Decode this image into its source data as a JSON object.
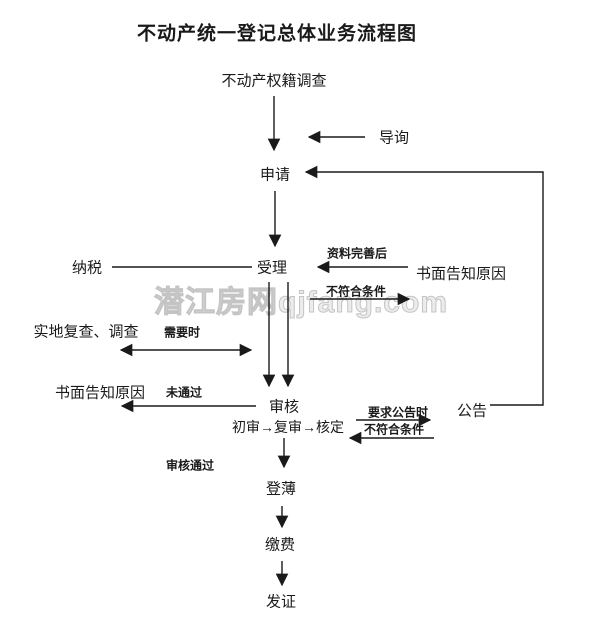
{
  "page": {
    "title": "不动产统一登记总体业务流程图",
    "watermark": "潜江房网qjfang.com"
  },
  "nodes": {
    "survey": "不动产权籍调查",
    "inquiry": "导询",
    "apply": "申请",
    "tax": "纳税",
    "accept": "受理",
    "notify_reason_right": "书面告知原因",
    "field_check": "实地复查、调查",
    "notify_reason_left": "书面告知原因",
    "review": "审核",
    "review_steps": "初审→复审→核定",
    "announce": "公告",
    "register": "登薄",
    "pay": "缴费",
    "issue": "发证"
  },
  "labels": {
    "after_documents_completed": "资料完善后",
    "not_qualified_right": "不符合条件",
    "when_needed": "需要时",
    "not_passed": "未通过",
    "announcement_required": "要求公告时",
    "not_qualified_bottom": "不符合条件",
    "review_passed": "审核通过"
  },
  "colors": {
    "background": "#ffffff",
    "text": "#1a1a1a",
    "line": "#1a1a1a",
    "watermark_outline": "#c4c4c4"
  }
}
